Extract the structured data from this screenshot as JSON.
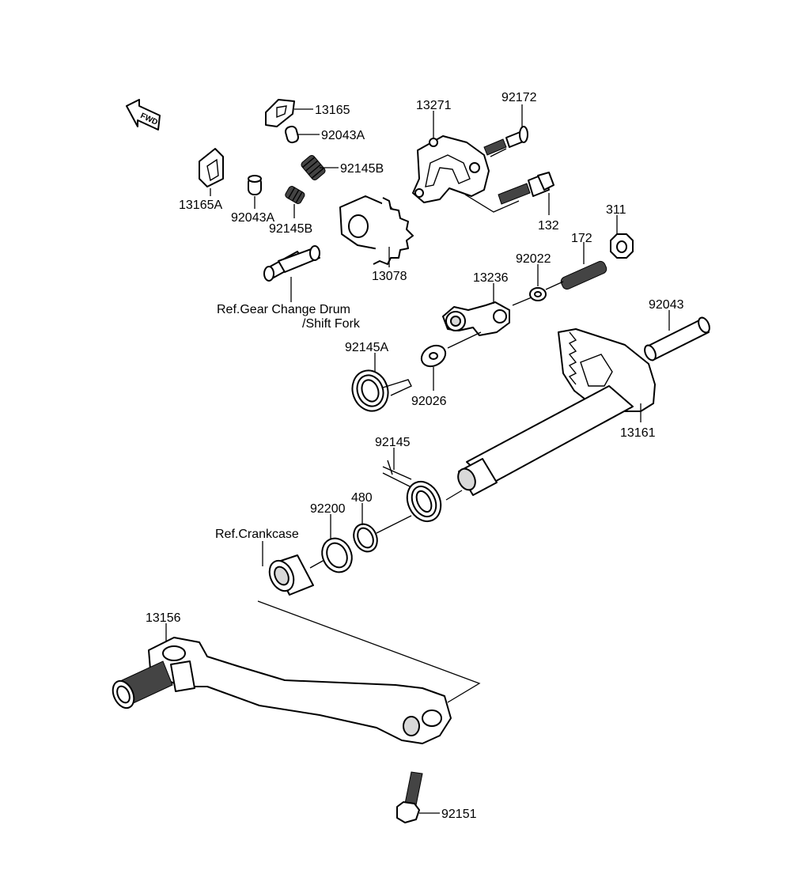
{
  "fwd_label": "FWD",
  "labels": {
    "p13165": "13165",
    "p92043A_top": "92043A",
    "p92145B_top": "92145B",
    "p13165A": "13165A",
    "p92043A_bottom": "92043A",
    "p92145B_bottom": "92145B",
    "ref_drum_line1": "Ref.Gear Change Drum",
    "ref_drum_line2": "/Shift Fork",
    "p13078": "13078",
    "p13271": "13271",
    "p92172": "92172",
    "p132": "132",
    "p311": "311",
    "p172": "172",
    "p92022": "92022",
    "p13236": "13236",
    "p92043": "92043",
    "p92145A": "92145A",
    "p92026": "92026",
    "p13161": "13161",
    "p92145": "92145",
    "p92200": "92200",
    "p480": "480",
    "ref_crankcase": "Ref.Crankcase",
    "p13156": "13156",
    "p92151": "92151"
  }
}
